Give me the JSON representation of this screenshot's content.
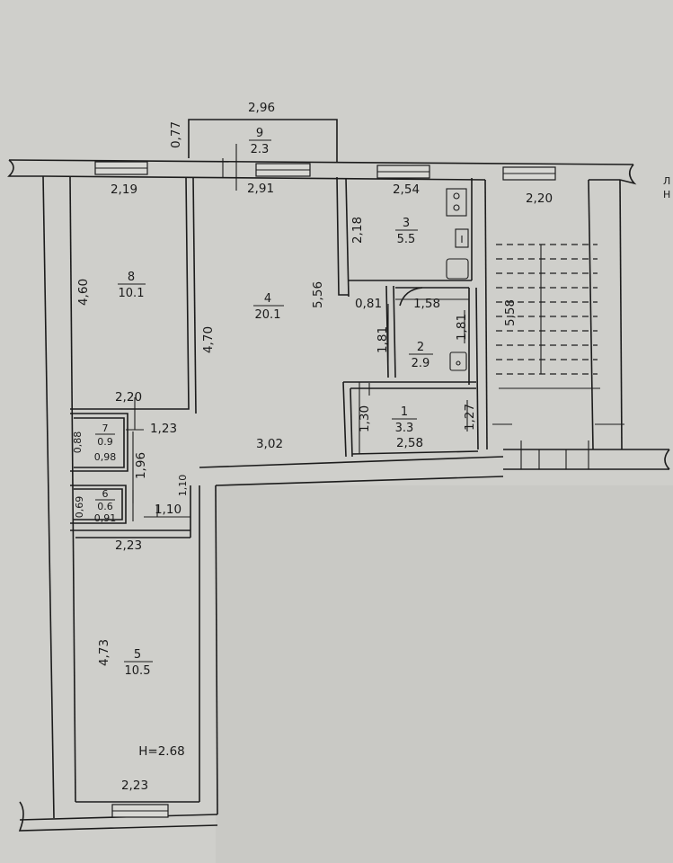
{
  "rooms": [
    {
      "id": "room-1",
      "number": "1",
      "area": "3.3"
    },
    {
      "id": "room-2",
      "number": "2",
      "area": "2.9"
    },
    {
      "id": "room-3",
      "number": "3",
      "area": "5.5"
    },
    {
      "id": "room-4",
      "number": "4",
      "area": "20.1"
    },
    {
      "id": "room-5",
      "number": "5",
      "area": "10.5"
    },
    {
      "id": "room-6",
      "number": "6",
      "area": "0.6"
    },
    {
      "id": "room-7",
      "number": "7",
      "area": "0.9"
    },
    {
      "id": "room-8",
      "number": "8",
      "area": "10.1"
    },
    {
      "id": "room-9",
      "number": "9",
      "area": "2.3"
    }
  ],
  "dims": {
    "balcony_width": "2,96",
    "balcony_depth": "0,77",
    "r4_top": "2,91",
    "r4_height": "5,56",
    "r4_inner_left": "4,70",
    "r4_bottom": "3,02",
    "r8_top": "2,19",
    "r8_height": "4,60",
    "r8_bottom": "2,20",
    "r7_h": "0,88",
    "r7_w": "0,98",
    "corr_1_23": "1,23",
    "corr_1_96": "1,96",
    "corr_1_10_v": "1,10",
    "corr_1_10_h": "1,10",
    "r6_h": "0,69",
    "r6_w": "0,91",
    "r5_top": "2,23",
    "r5_height": "4,73",
    "r5_bottom": "2,23",
    "ceiling": "H=2.68",
    "r3_top": "2,54",
    "r3_height": "2,18",
    "r2_offset": "0,81",
    "r2_top": "1,58",
    "r2_h_left": "1,81",
    "r2_h_right": "1,81",
    "r1_h_left": "1,30",
    "r1_w": "2,58",
    "r1_h_right": "1,27",
    "stair_width": "2,20",
    "stair_length": "5,58",
    "edge_letter_top": "Л",
    "edge_letter_bottom": "Н"
  }
}
